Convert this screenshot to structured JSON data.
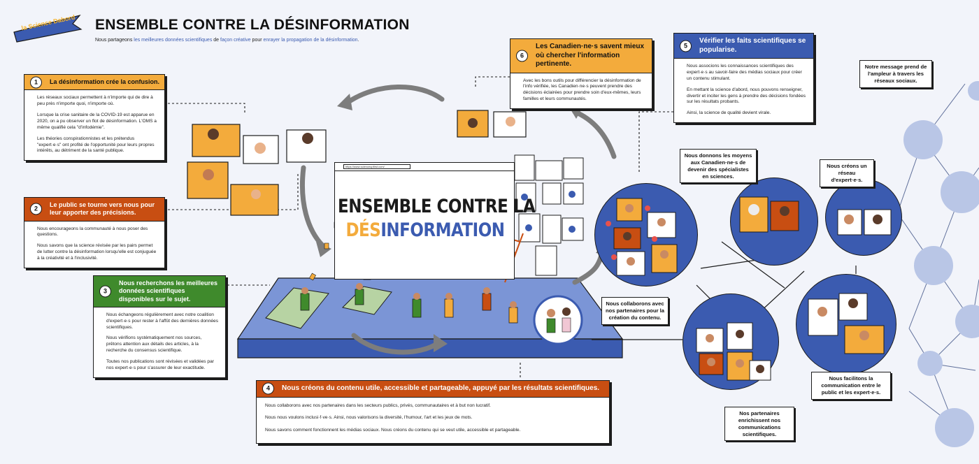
{
  "header": {
    "logo_text": "la Science Dabord",
    "title": "ENSEMBLE CONTRE LA DÉSINFORMATION",
    "subtitle_parts": [
      {
        "text": "Nous partageons ",
        "hl": false
      },
      {
        "text": "les meilleures données scientifiques",
        "hl": true
      },
      {
        "text": " de ",
        "hl": false
      },
      {
        "text": "façon créative",
        "hl": true
      },
      {
        "text": " pour ",
        "hl": false
      },
      {
        "text": "enrayer la propagation de la désinformation",
        "hl": true
      },
      {
        "text": ".",
        "hl": false
      }
    ]
  },
  "cards": {
    "c1": {
      "num": "1",
      "title": "La désinformation crée la confusion.",
      "paragraphs": [
        "Les réseaux sociaux permettent à n'importe qui de dire à peu près n'importe quoi, n'importe où.",
        "Lorsque la crise sanitaire de la COVID-19 est apparue en 2020, on a pu observer un flot de désinformation. L'OMS a même qualifié cela \"d'infodémie\".",
        "Les théories conspirationnistes et les prétendus \"expert·e·s\" ont profité de l'opportunité pour leurs propres intérêts, au détriment de la santé publique."
      ]
    },
    "c2": {
      "num": "2",
      "title": "Le public se tourne vers nous pour leur apporter des précisions.",
      "paragraphs": [
        "Nous encourageons la communauté à nous poser des questions.",
        "Nous savons que la science révisée par les pairs permet de lutter contre la désinformation lorsqu'elle est conjuguée à la créativité et à l'inclusivité."
      ]
    },
    "c3": {
      "num": "3",
      "title": "Nous recherchons les meilleures données scientifiques disponibles sur le sujet.",
      "paragraphs": [
        "Nous échangeons régulièrement avec notre coalition d'expert·e·s pour rester à l'affût des dernières données scientifiques.",
        "Nous vérifions systématiquement nos sources, prêtons attention aux détails des articles, à la recherche du consensus scientifique.",
        "Toutes nos publications sont révisées et validées par nos expert·e·s pour s'assurer de leur exactitude."
      ]
    },
    "c4": {
      "num": "4",
      "title": "Nous créons du contenu utile, accessible et partageable, appuyé par les résultats scientifiques.",
      "paragraphs": [
        "Nous collaborons avec nos partenaires dans les secteurs publics, privés, communautaires et à but non lucratif.",
        "Nous nous voulons inclusi·f·ve·s. Ainsi, nous valorisons la diversité, l'humour, l'art et les jeux de mots.",
        "Nous savons comment fonctionnent les médias sociaux. Nous créons du contenu qui se veut utile, accessible et partageable."
      ]
    },
    "c5": {
      "num": "5",
      "title": "Vérifier les faits scientifiques se popularise.",
      "paragraphs": [
        "Nous associons les connaissances scientifiques des expert·e·s au savoir-faire des médias sociaux pour créer un contenu stimulant.",
        "En mettant la science d'abord, nous pouvons renseigner, divertir et inciter les gens à prendre des décisions fondées sur les résultats probants.",
        "Ainsi, la science de qualité devient virale."
      ]
    },
    "c6": {
      "num": "6",
      "title": "Les Canadien·ne·s savent mieux où chercher l'information pertinente.",
      "paragraphs": [
        "Avec les bons outils pour différencier la désinformation de l'info vérifiée, les Canadien·ne·s peuvent prendre des décisions éclairées pour prendre soin d'eux-mêmes, leurs familles et leurs communautés."
      ]
    }
  },
  "screen": {
    "url": "https://www.scienceupfirst.com/",
    "line1": "ENSEMBLE CONTRE LA",
    "line2_accent": "DÉS",
    "line2_rest": "INFORMATION"
  },
  "labels": {
    "message": "Notre message prend de l'ampleur à travers les réseaux sociaux.",
    "moyens": "Nous donnons les moyens aux Canadien·ne·s de devenir des spécialistes en sciences.",
    "reseau": "Nous créons un réseau d'expert·e·s.",
    "collab": "Nous collaborons avec nos partenaires pour la création du contenu.",
    "facilitons": "Nous facilitons la communication entre le public et les expert·e·s.",
    "partenaires": "Nos partenaires enrichissent nos communications scientifiques."
  },
  "colors": {
    "orange": "#f3ab3c",
    "rust": "#c84e12",
    "green": "#3f8a2c",
    "blue": "#3b5bb0",
    "network_node": "#b9c6e6"
  }
}
